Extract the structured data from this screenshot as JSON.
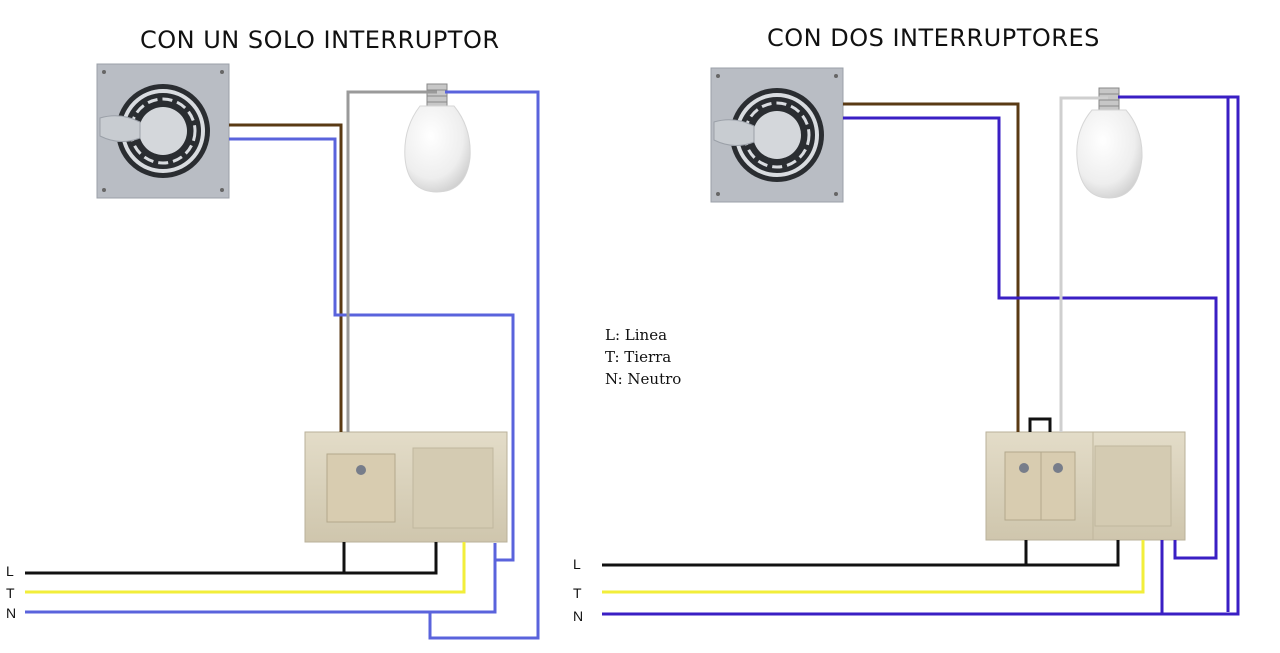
{
  "diagrams": {
    "left": {
      "title": "CON UN SOLO INTERRUPTOR"
    },
    "right": {
      "title": "CON DOS INTERRUPTORES"
    }
  },
  "legend": [
    {
      "key": "L",
      "text": "L: Linea"
    },
    {
      "key": "T",
      "text": "T: Tierra"
    },
    {
      "key": "N",
      "text": "N: Neutro"
    }
  ],
  "wire_labels": {
    "line": "L",
    "earth": "T",
    "neutral": "N"
  },
  "colors": {
    "line": "#111111",
    "earth": "#f2ee3a",
    "neutral_left": "#5a63dc",
    "neutral_right": "#3a1fc4",
    "fan_live": "#5a3a14",
    "lamp_live_left": "#9a9a9a",
    "lamp_live_right": "#cfcfcf",
    "wall_plate": "#d9d1bb",
    "fan_frame": "#b9bdc4",
    "bulb": "#ececec"
  },
  "icons": [
    "fan-icon",
    "bulb-icon",
    "switch-icon",
    "double-switch-icon"
  ]
}
